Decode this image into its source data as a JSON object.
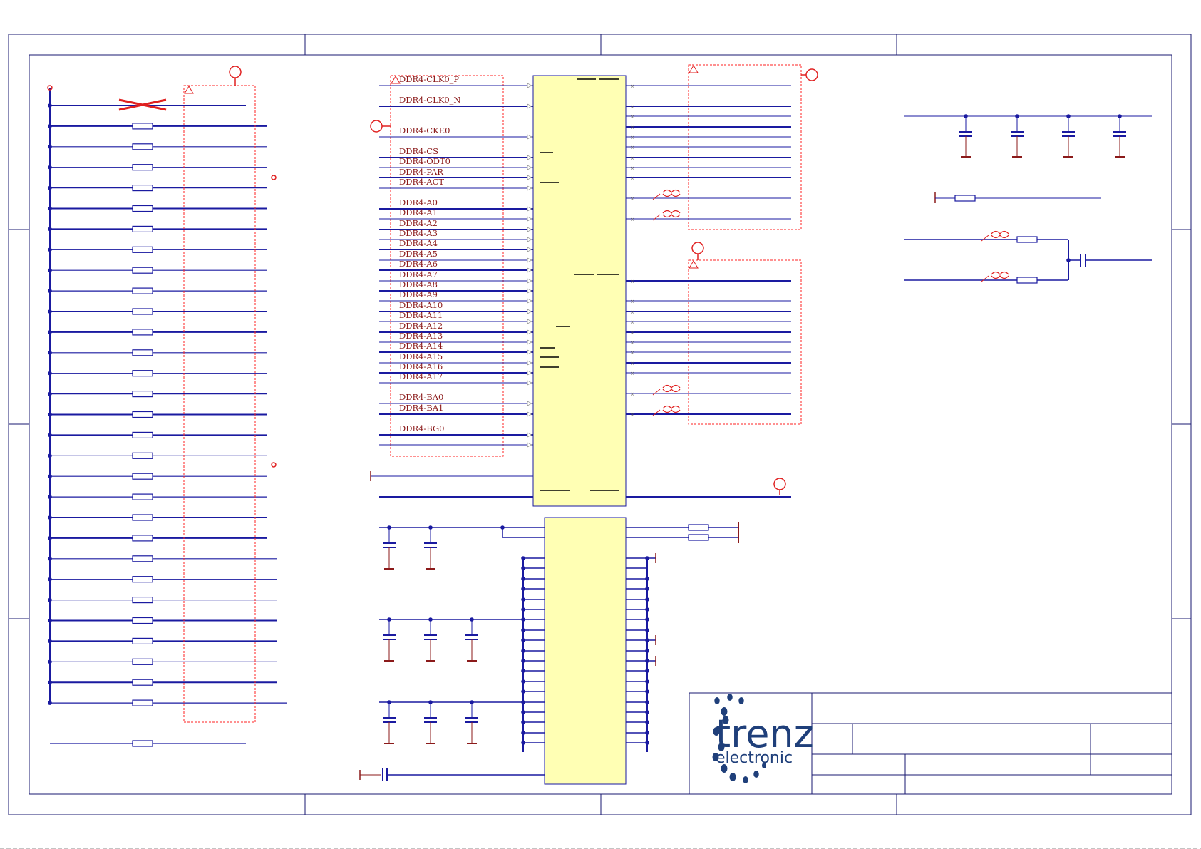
{
  "colors": {
    "wire": "#1a1aa0",
    "ground": "#8b1a1a",
    "label": "#8b1a1a",
    "ic_fill": "#ffffb4",
    "dashed": "#ff2020",
    "frame": "#1a1a70",
    "logo": "#1f3f7a"
  },
  "sheet": {
    "labels_upper": [
      "DDR4-CLK0_P",
      "DDR4-CLK0_N"
    ],
    "label_cke": "DDR4-CKE0",
    "labels_ctrl": [
      "DDR4-CS",
      "DDR4-ODT0",
      "DDR4-PAR",
      "DDR4-ACT"
    ],
    "labels_addr": [
      "DDR4-A0",
      "DDR4-A1",
      "DDR4-A2",
      "DDR4-A3",
      "DDR4-A4",
      "DDR4-A5",
      "DDR4-A6",
      "DDR4-A7",
      "DDR4-A8",
      "DDR4-A9",
      "DDR4-A10",
      "DDR4-A11",
      "DDR4-A12",
      "DDR4-A13",
      "DDR4-A14",
      "DDR4-A15",
      "DDR4-A16",
      "DDR4-A17"
    ],
    "labels_bank": [
      "DDR4-BA0",
      "DDR4-BA1"
    ],
    "label_bg": "DDR4-BG0"
  },
  "logo": {
    "brand": "trenz",
    "sub": "electronic",
    "icon": "trenz-dot-ring-icon"
  }
}
